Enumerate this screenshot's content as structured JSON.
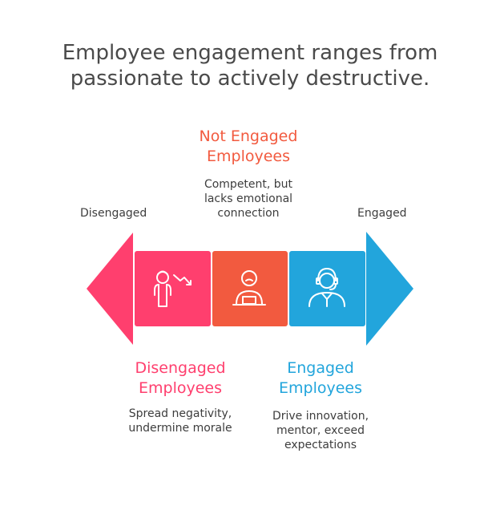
{
  "title": "Employee engagement ranges from\npassionate to actively destructive.",
  "scale": {
    "left_label": "Disengaged",
    "right_label": "Engaged"
  },
  "segments": [
    {
      "heading": "Disengaged\nEmployees",
      "description": "Spread negativity,\nundermine morale",
      "color": "#ff3f6e",
      "icon": "person-down-trend-icon"
    },
    {
      "heading": "Not Engaged\nEmployees",
      "description": "Competent, but\nlacks emotional\nconnection",
      "color": "#f25a3f",
      "icon": "person-at-desk-icon"
    },
    {
      "heading": "Engaged\nEmployees",
      "description": "Drive innovation,\nmentor, exceed\nexpectations",
      "color": "#22a5dc",
      "icon": "person-headset-icon"
    }
  ]
}
